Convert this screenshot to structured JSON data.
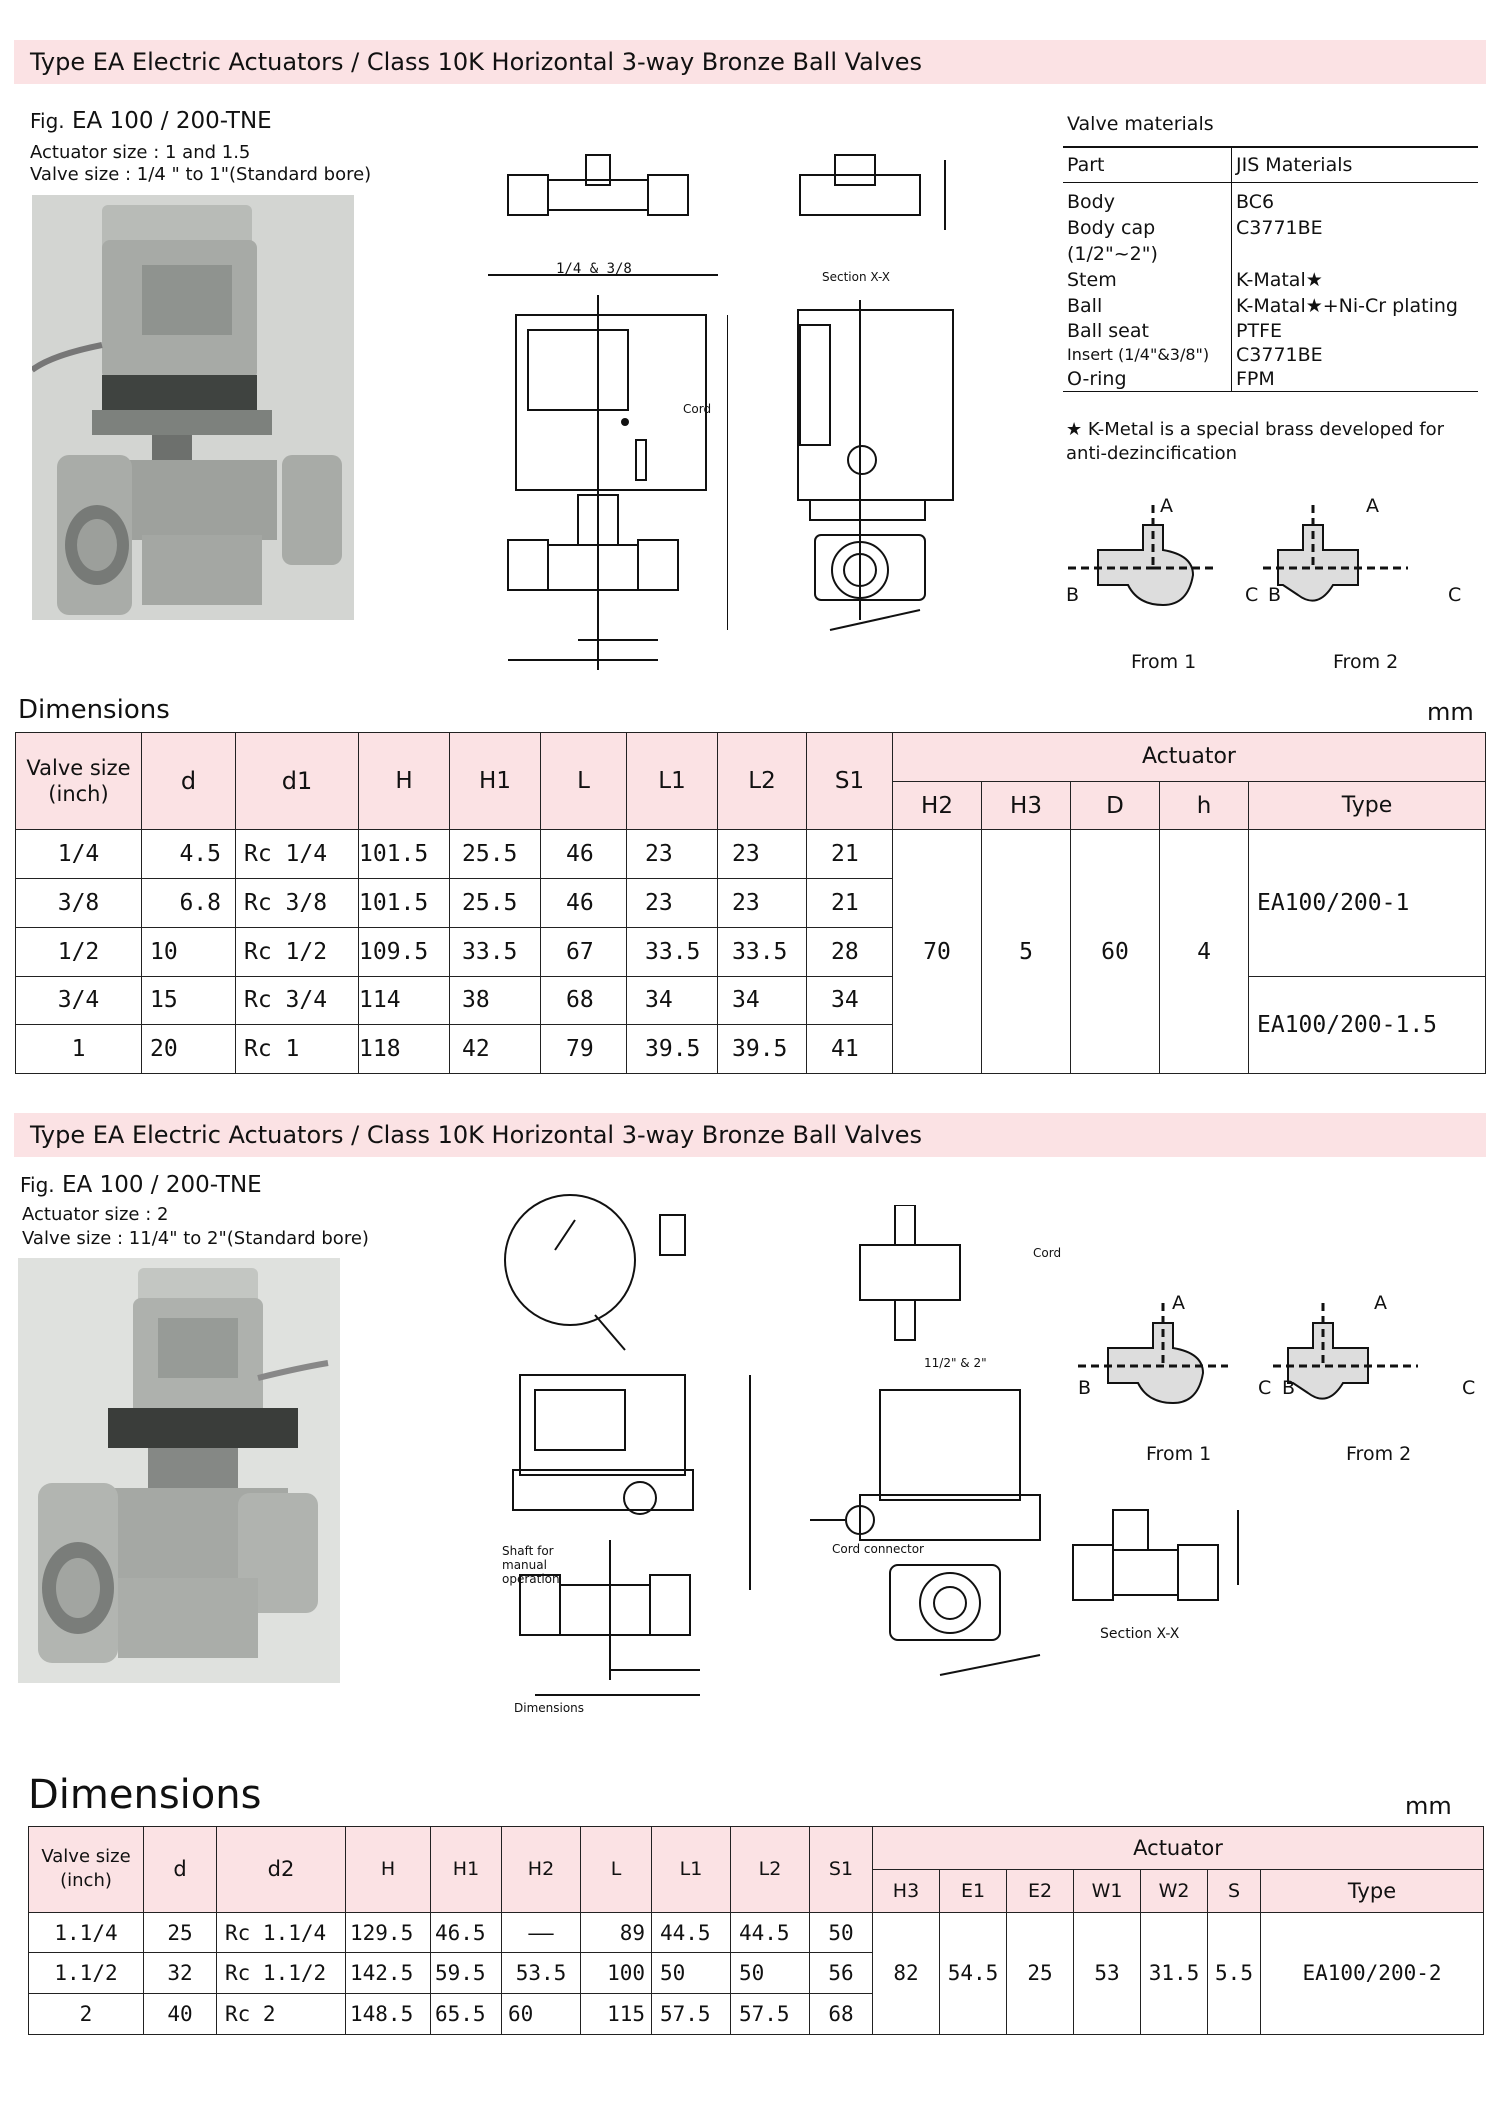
{
  "section1": {
    "banner": "Type EA Electric Actuators / Class 10K Horizontal 3-way Bronze Ball Valves",
    "fig_prefix": "Fig.",
    "fig_model": "EA 100 / 200-TNE",
    "actuator_size": "Actuator size : 1 and 1.5",
    "valve_size": "Valve size : 1/4 \" to 1\"(Standard bore)",
    "drawing_labels": {
      "ports": "1/4 & 3/8",
      "section": "Section X-X",
      "cord": "Cord"
    },
    "materials": {
      "title": "Valve materials",
      "header": [
        "Part",
        "JIS Materials"
      ],
      "rows": [
        [
          "Body",
          "BC6"
        ],
        [
          "Body cap\n(1/2\"~2\")",
          "C3771BE"
        ],
        [
          "Stem",
          "K-Matal★"
        ],
        [
          "Ball",
          "K-Matal★+Ni-Cr plating"
        ],
        [
          "Ball seat",
          "PTFE"
        ],
        [
          "Insert (1/4\"&3/8\")",
          "C3771BE"
        ],
        [
          "O-ring",
          "FPM"
        ]
      ],
      "note": "★ K-Metal is a special brass developed for anti-dezincification"
    },
    "flow_labels": {
      "a": "A",
      "b": "B",
      "c": "C",
      "from1": "From 1",
      "from2": "From 2"
    },
    "dimensions_title": "Dimensions",
    "unit": "mm",
    "table": {
      "header_actuator": "Actuator",
      "columns": [
        "Valve size\n(inch)",
        "d",
        "d1",
        "H",
        "H1",
        "L",
        "L1",
        "L2",
        "S1"
      ],
      "actuator_columns": [
        "H2",
        "H3",
        "D",
        "h",
        "Type"
      ],
      "rows": [
        [
          "1/4",
          "4.5",
          "Rc 1/4",
          "101.5",
          "25.5",
          "46",
          "23",
          "23",
          "21"
        ],
        [
          "3/8",
          "6.8",
          "Rc 3/8",
          "101.5",
          "25.5",
          "46",
          "23",
          "23",
          "21"
        ],
        [
          "1/2",
          "10",
          "Rc 1/2",
          "109.5",
          "33.5",
          "67",
          "33.5",
          "33.5",
          "28"
        ],
        [
          "3/4",
          "15",
          "Rc 3/4",
          "114",
          "38",
          "68",
          "34",
          "34",
          "34"
        ],
        [
          "1",
          "20",
          "Rc 1",
          "118",
          "42",
          "79",
          "39.5",
          "39.5",
          "41"
        ]
      ],
      "actuator_values": [
        "70",
        "5",
        "60",
        "4"
      ],
      "types": [
        "EA100/200-1",
        "EA100/200-1.5"
      ]
    }
  },
  "section2": {
    "banner": "Type EA Electric Actuators / Class 10K Horizontal 3-way Bronze Ball Valves",
    "fig_prefix": "Fig.",
    "fig_model": "EA 100 / 200-TNE",
    "actuator_size": "Actuator size : 2",
    "valve_size": "Valve size : 11/4\" to 2\"(Standard bore)",
    "drawing_labels": {
      "shaft": "Shaft for manual operation",
      "cord_connector": "Cord connector",
      "dimensions": "Dimensions",
      "cord": "Cord",
      "ports": "11/2\" & 2\"",
      "section": "Section X-X"
    },
    "flow_labels": {
      "a": "A",
      "b": "B",
      "c": "C",
      "from1": "From 1",
      "from2": "From 2"
    },
    "dimensions_title": "Dimensions",
    "unit": "mm",
    "table": {
      "header_actuator": "Actuator",
      "columns": [
        "Valve size\n(inch)",
        "d",
        "d2",
        "H",
        "H1",
        "H2",
        "L",
        "L1",
        "L2",
        "S1"
      ],
      "actuator_columns": [
        "H3",
        "E1",
        "E2",
        "W1",
        "W2",
        "S",
        "Type"
      ],
      "rows": [
        [
          "1.1/4",
          "25",
          "Rc 1.1/4",
          "129.5",
          "46.5",
          "——",
          "89",
          "44.5",
          "44.5",
          "50"
        ],
        [
          "1.1/2",
          "32",
          "Rc 1.1/2",
          "142.5",
          "59.5",
          "53.5",
          "100",
          "50",
          "50",
          "56"
        ],
        [
          "2",
          "40",
          "Rc 2",
          "148.5",
          "65.5",
          "60",
          "115",
          "57.5",
          "57.5",
          "68"
        ]
      ],
      "actuator_values": [
        "82",
        "54.5",
        "25",
        "53",
        "31.5",
        "5.5"
      ],
      "type": "EA100/200-2"
    }
  }
}
